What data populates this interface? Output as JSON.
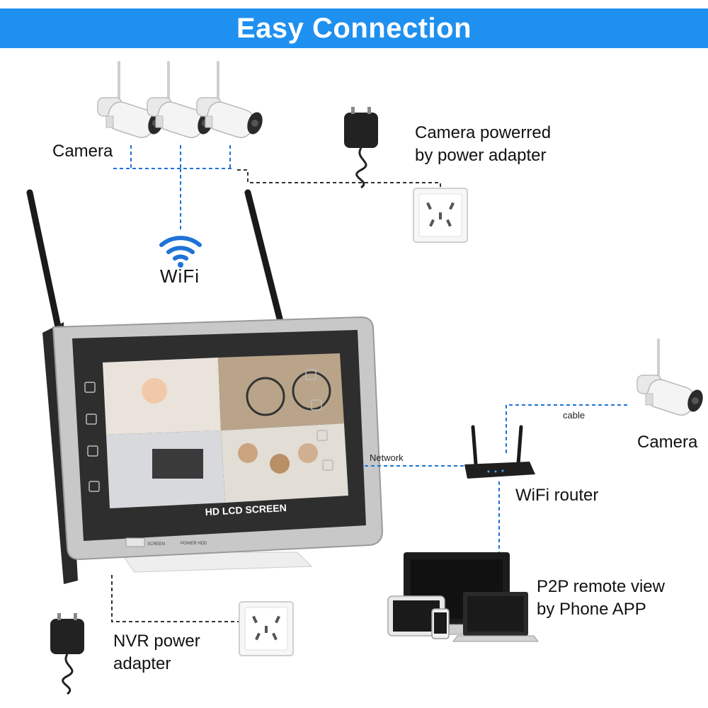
{
  "header": {
    "title": "Easy Connection"
  },
  "labels": {
    "camera_group": "Camera",
    "camera_power_line1": "Camera powerred",
    "camera_power_line2": "by power adapter",
    "wifi": "WiFi",
    "screen_label": "HD LCD SCREEN",
    "screen_button": "SCREEN",
    "screen_leds": "POWER HDD",
    "network": "Network",
    "cable": "cable",
    "camera_single": "Camera",
    "router": "WiFi router",
    "p2p_line1": "P2P remote view",
    "p2p_line2": "by Phone APP",
    "nvr_line1": "NVR power",
    "nvr_line2": "adapter"
  },
  "colors": {
    "banner": "#1e90f0",
    "wifi_dash": "#1e73d6",
    "power_dash": "#333333"
  },
  "icons": [
    "bullet-camera-icon",
    "power-adapter-icon",
    "wall-socket-icon",
    "wifi-icon",
    "nvr-monitor-icon",
    "wifi-router-icon",
    "laptop-icon",
    "tablet-icon",
    "phone-icon"
  ]
}
